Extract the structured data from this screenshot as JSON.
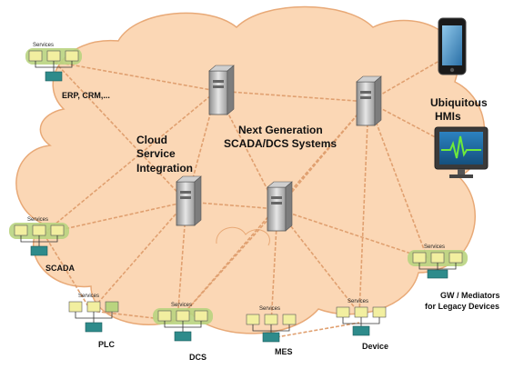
{
  "diagram": {
    "center_title_line1": "Next Generation",
    "center_title_line2": "SCADA/DCS Systems",
    "cloud_label_line1": "Cloud",
    "cloud_label_line2": "Service",
    "cloud_label_line3": "Integration",
    "hmi_label_line1": "Ubiquitous",
    "hmi_label_line2": "HMIs",
    "services_label": "Services",
    "nodes": {
      "erp": "ERP, CRM,...",
      "scada": "SCADA",
      "plc": "PLC",
      "dcs": "DCS",
      "mes": "MES",
      "device": "Device",
      "gw_line1": "GW / Mediators",
      "gw_line2": "for Legacy Devices"
    }
  },
  "colors": {
    "cloud_fill": "#FBD7B5",
    "cloud_stroke": "#E8A977",
    "link": "#E0A070",
    "service_box": "#F2EFA0",
    "service_group": "#B9D47F",
    "device_box": "#2E8B8B",
    "server": "#A8A8A8",
    "monitor_screen": "#1E6FA8",
    "pulse": "#6EEA3A"
  }
}
